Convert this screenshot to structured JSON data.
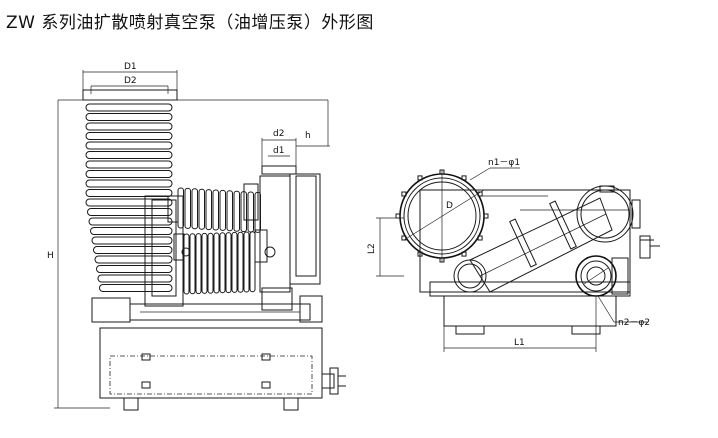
{
  "title": "ZW 系列油扩散喷射真空泵（油增压泵）外形图",
  "labels": {
    "D1": "D1",
    "D2": "D2",
    "d2": "d2",
    "d1": "d1",
    "h": "h",
    "H": "H",
    "L1": "L1",
    "L2": "L2",
    "D": "D",
    "n1_phi1": "n1－φ1",
    "n2_phi2": "n2－φ2"
  }
}
